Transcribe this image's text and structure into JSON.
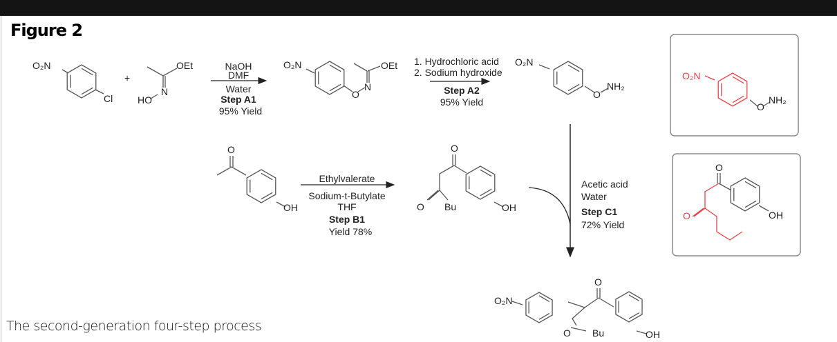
{
  "figure_title": "Figure 2",
  "caption": "The second-generation four-step process",
  "colors": {
    "highlight": "#e8434a",
    "line": "#555555",
    "box_border": "#8a8a8a"
  },
  "step_a1": {
    "reagents": [
      "NaOH",
      "DMF",
      "Water"
    ],
    "step": "Step A1",
    "yield": "95% Yield"
  },
  "step_a2": {
    "reagents": [
      "1. Hydrochloric acid",
      "2. Sodium hydroxide"
    ],
    "step": "Step A2",
    "yield": "95% Yield"
  },
  "step_b1": {
    "reagents": [
      "Ethylvalerate",
      "Sodium-t-Butylate",
      "THF"
    ],
    "step": "Step B1",
    "yield": "Yield 78%"
  },
  "step_c1": {
    "reagents": [
      "Acetic acid",
      "Water"
    ],
    "step": "Step C1",
    "yield": "72% Yield"
  },
  "plus": "+",
  "atoms": {
    "o2n": "O₂N",
    "cl": "Cl",
    "oet": "OEt",
    "ho": "HO",
    "n": "N",
    "o": "O",
    "nh2": "NH₂",
    "oh": "OH",
    "bu": "Bu"
  }
}
